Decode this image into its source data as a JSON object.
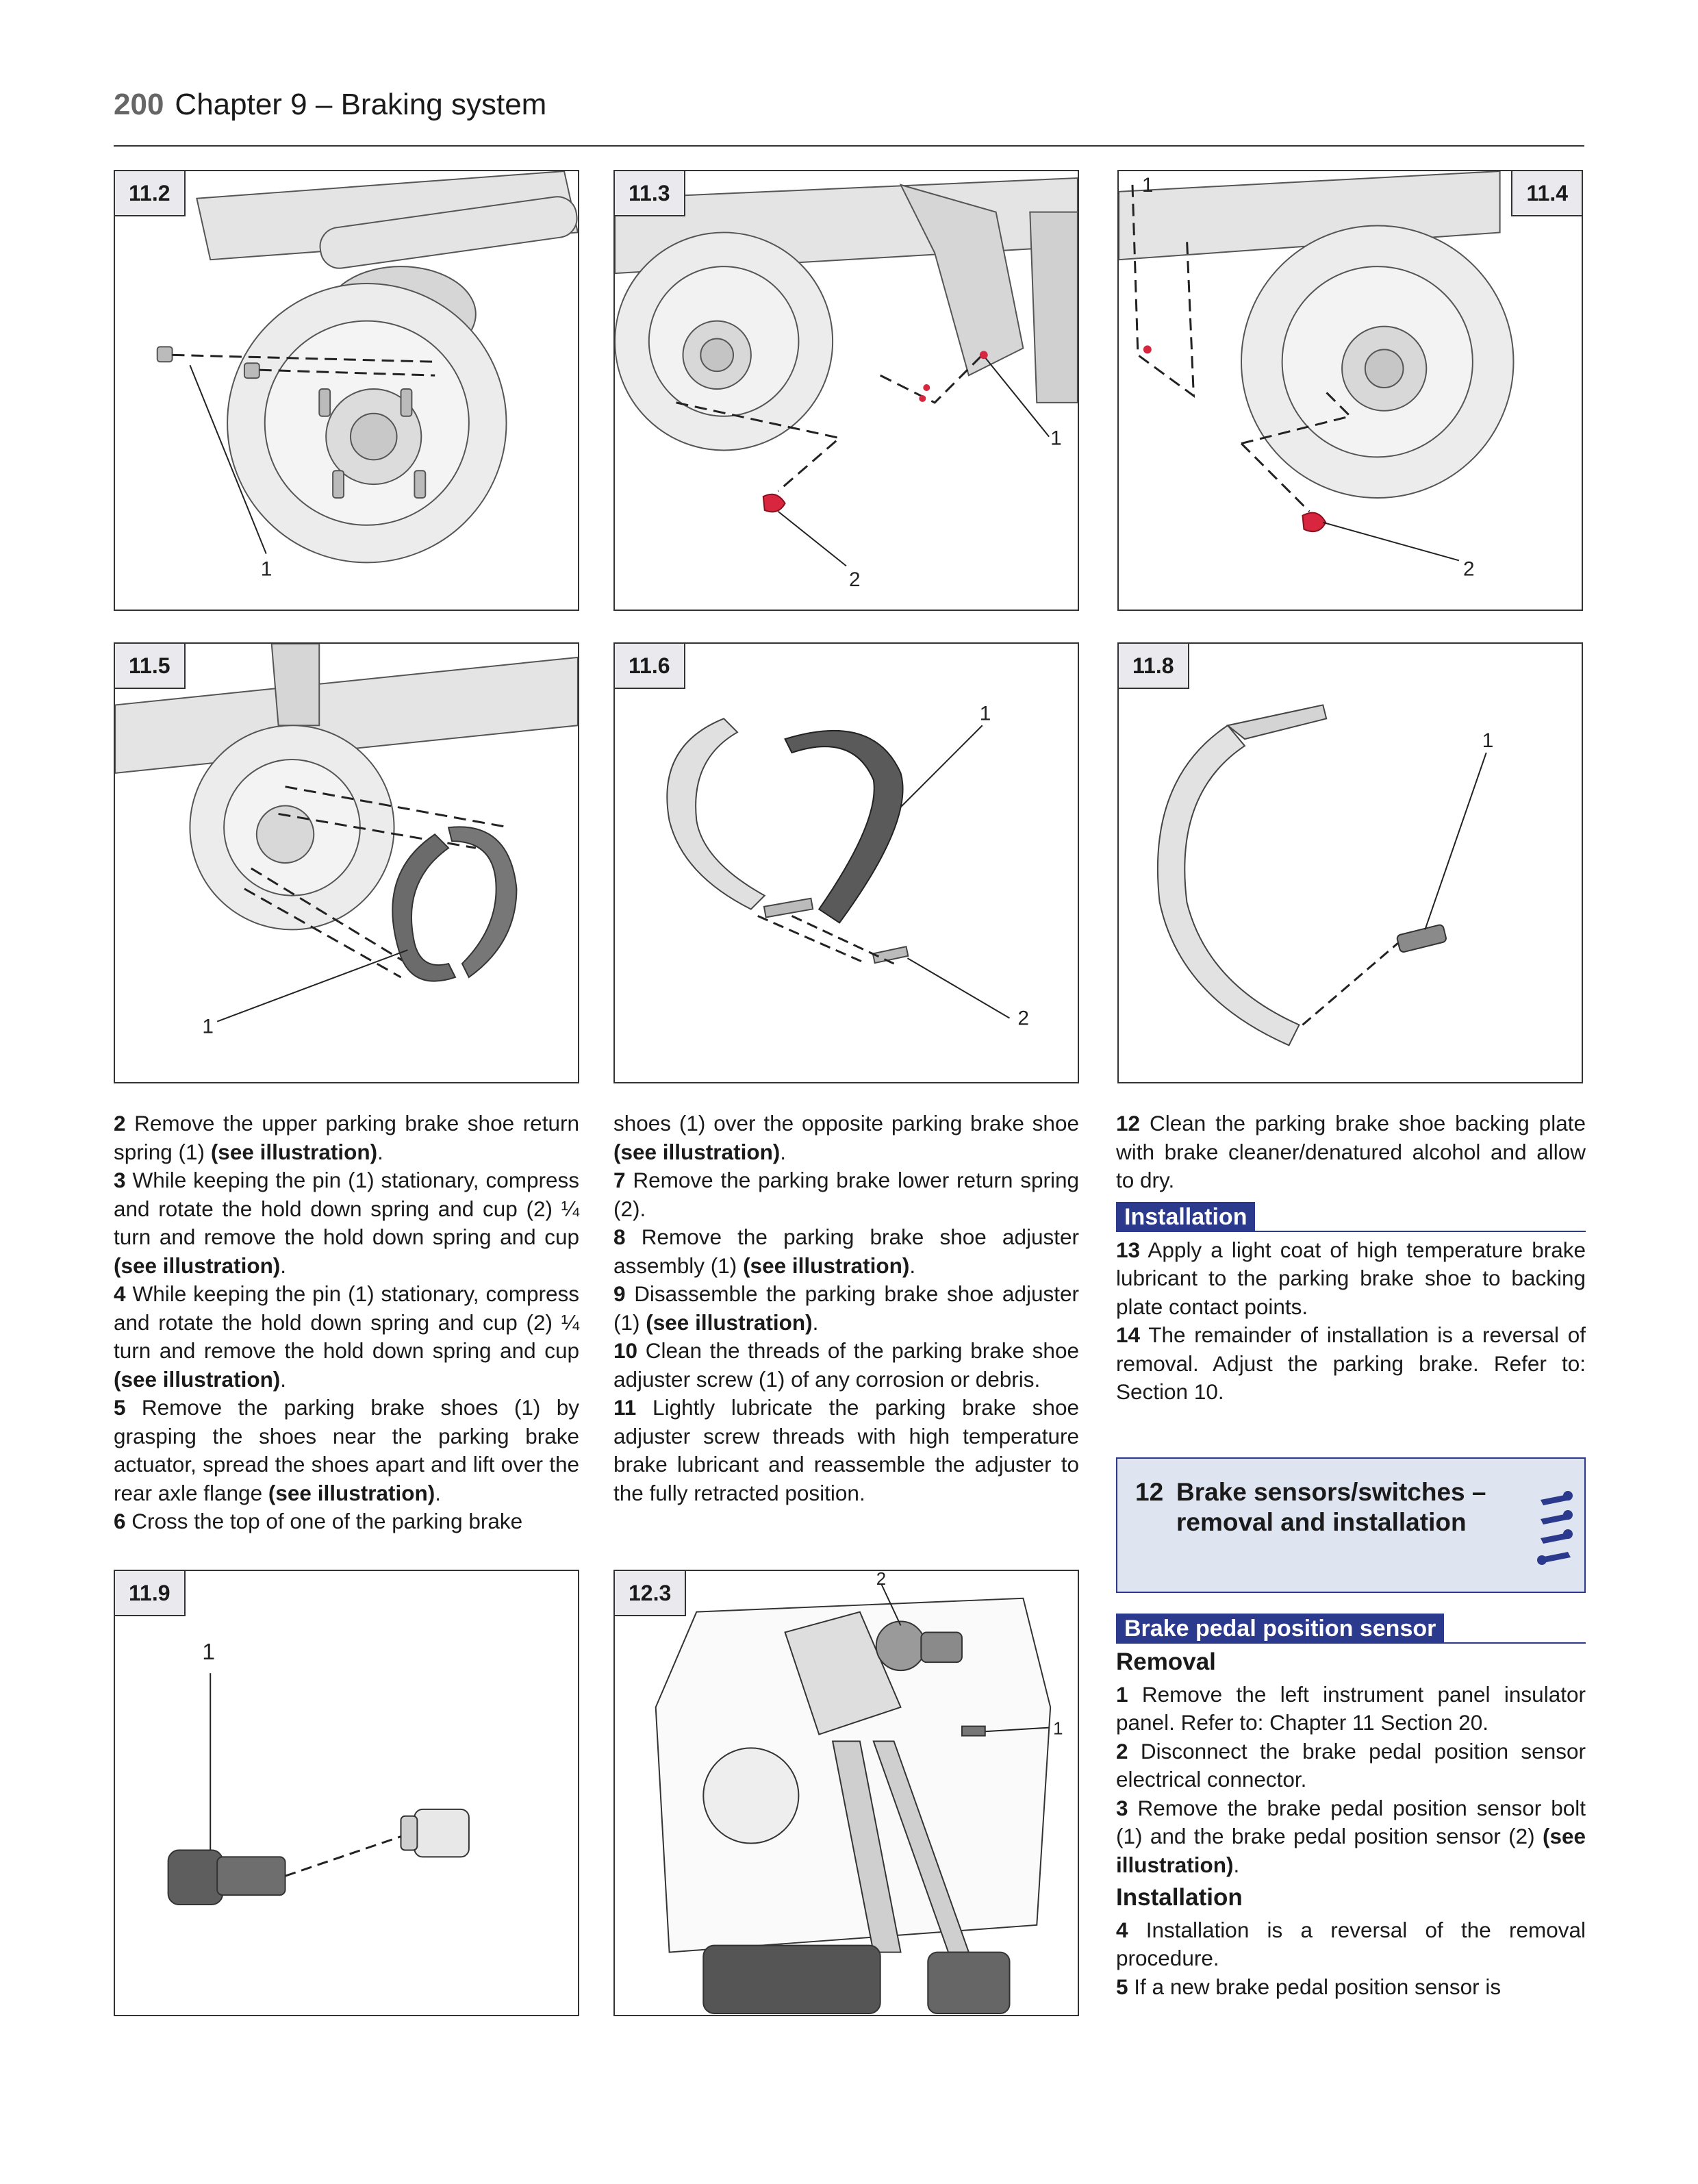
{
  "header": {
    "page_number": "200",
    "chapter": "Chapter 9 – Braking system"
  },
  "figures": {
    "f11_2": {
      "label": "11.2",
      "callouts": [
        "1"
      ]
    },
    "f11_3": {
      "label": "11.3",
      "callouts": [
        "1",
        "2"
      ]
    },
    "f11_4": {
      "label": "11.4",
      "callouts": [
        "1",
        "2"
      ]
    },
    "f11_5": {
      "label": "11.5",
      "callouts": [
        "1"
      ]
    },
    "f11_6": {
      "label": "11.6",
      "callouts": [
        "1",
        "2"
      ]
    },
    "f11_8": {
      "label": "11.8",
      "callouts": [
        "1"
      ]
    },
    "f11_9": {
      "label": "11.9",
      "callouts": [
        "1"
      ]
    },
    "f12_3": {
      "label": "12.3",
      "callouts": [
        "2",
        "1"
      ]
    }
  },
  "col1": {
    "s2": {
      "n": "2",
      "text": "Remove the upper parking brake shoe return spring (1)",
      "ref": "(see illustration)",
      "end": "."
    },
    "s3": {
      "n": "3",
      "text": "While keeping the pin (1) stationary, compress and rotate the hold down spring and cup (2) ¼ turn and remove the hold down spring and cup",
      "ref": "(see illustration)",
      "end": "."
    },
    "s4": {
      "n": "4",
      "text": "While keeping the pin (1) stationary, compress and rotate the hold down spring and cup (2) ¼ turn and remove the hold down spring and cup",
      "ref": "(see illustration)",
      "end": "."
    },
    "s5": {
      "n": "5",
      "text": "Remove the parking brake shoes (1) by grasping the shoes near the parking brake actuator, spread the shoes apart and lift over the rear axle flange",
      "ref": "(see illustration)",
      "end": "."
    },
    "s6": {
      "n": "6",
      "text": "Cross the top of one of the parking brake"
    }
  },
  "col2": {
    "cont": {
      "text": "shoes (1) over the opposite parking brake shoe",
      "ref": "(see illustration)",
      "end": "."
    },
    "s7": {
      "n": "7",
      "text": "Remove the parking brake lower return spring (2)."
    },
    "s8": {
      "n": "8",
      "text": "Remove the parking brake shoe adjuster assembly (1)",
      "ref": "(see illustration)",
      "end": "."
    },
    "s9": {
      "n": "9",
      "text": "Disassemble the parking brake shoe adjuster (1)",
      "ref": "(see illustration)",
      "end": "."
    },
    "s10": {
      "n": "10",
      "text": "Clean the threads of the parking brake shoe adjuster screw (1) of any corrosion or debris."
    },
    "s11": {
      "n": "11",
      "text": "Lightly lubricate the parking brake shoe adjuster screw threads with high temperature brake lubricant and reassemble the adjuster to the fully retracted position."
    }
  },
  "col3": {
    "s12": {
      "n": "12",
      "text": "Clean the parking brake shoe backing plate with brake cleaner/denatured alcohol and allow to dry."
    },
    "installation_heading": "Installation",
    "s13": {
      "n": "13",
      "text": "Apply a light coat of high temperature brake lubricant to the parking brake shoe to backing plate contact points."
    },
    "s14": {
      "n": "14",
      "text": "The remainder of installation is a reversal of removal. Adjust the parking brake. Refer to: Section 10."
    }
  },
  "section12": {
    "number": "12",
    "title_line1": "Brake sensors/switches –",
    "title_line2": "removal and installation",
    "tools_icon": "spanner-difficulty-icon",
    "subsection_heading": "Brake pedal position sensor",
    "removal_heading": "Removal",
    "s1": {
      "n": "1",
      "text": "Remove the left instrument panel insulator panel. Refer to: Chapter 11 Section 20."
    },
    "s2": {
      "n": "2",
      "text": "Disconnect the brake pedal position sensor electrical connector."
    },
    "s3": {
      "n": "3",
      "text": "Remove the brake pedal position sensor bolt (1) and the brake pedal position sensor (2)",
      "ref": "(see illustration)",
      "end": "."
    },
    "installation_heading": "Installation",
    "s4": {
      "n": "4",
      "text": "Installation is a reversal of the removal procedure."
    },
    "s5": {
      "n": "5",
      "text": "If a new brake pedal position sensor is"
    }
  },
  "colors": {
    "accent_blue": "#2b3a8c",
    "box_fill": "#dfe4f1",
    "label_fill": "#e9e9ee",
    "highlight_red": "#d7263d"
  }
}
